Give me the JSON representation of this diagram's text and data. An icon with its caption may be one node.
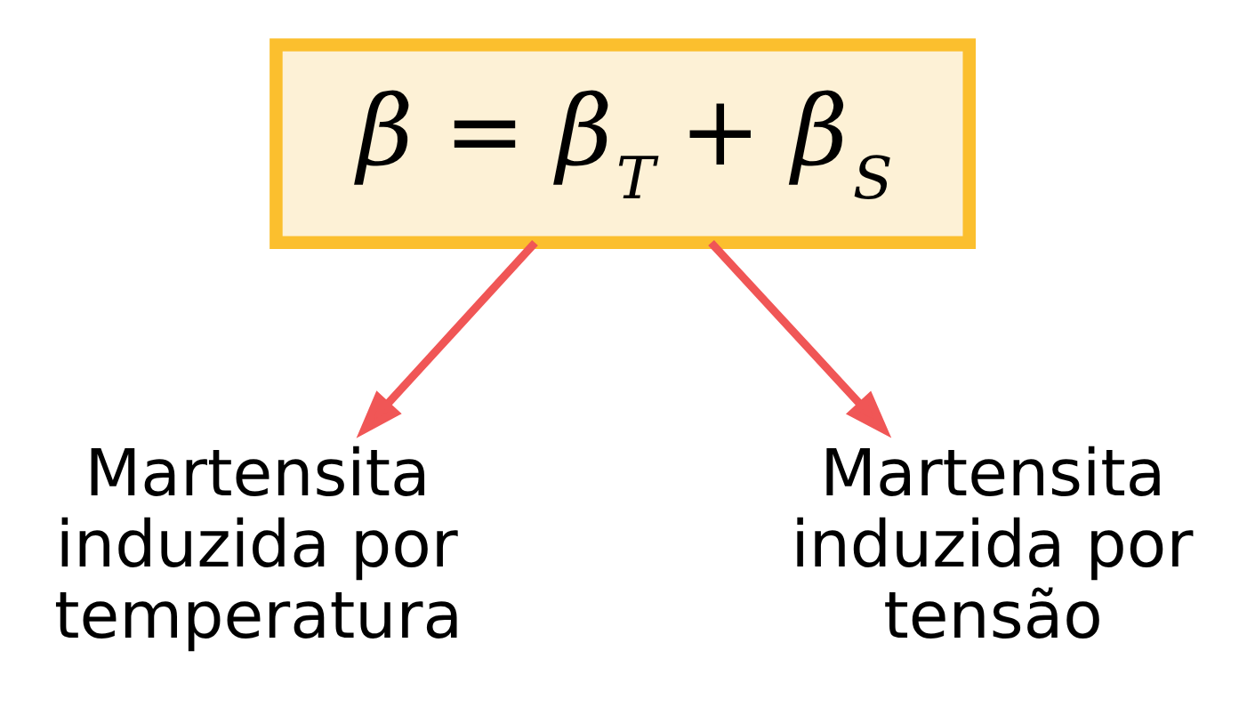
{
  "diagram": {
    "nodes": [
      {
        "text": [
          "β = β$_{T}$ + β$_{S}$"
        ]
      },
      {
        "text": [
          "Martensita induzida por temperatura"
        ]
      },
      {
        "text": [
          "Martensita induzida por tensão"
        ]
      }
    ],
    "edges": [
      {
        "from": 0,
        "to": 1,
        "arrow": "to"
      },
      {
        "from": 0,
        "to": 2,
        "arrow": "to"
      }
    ]
  }
}
